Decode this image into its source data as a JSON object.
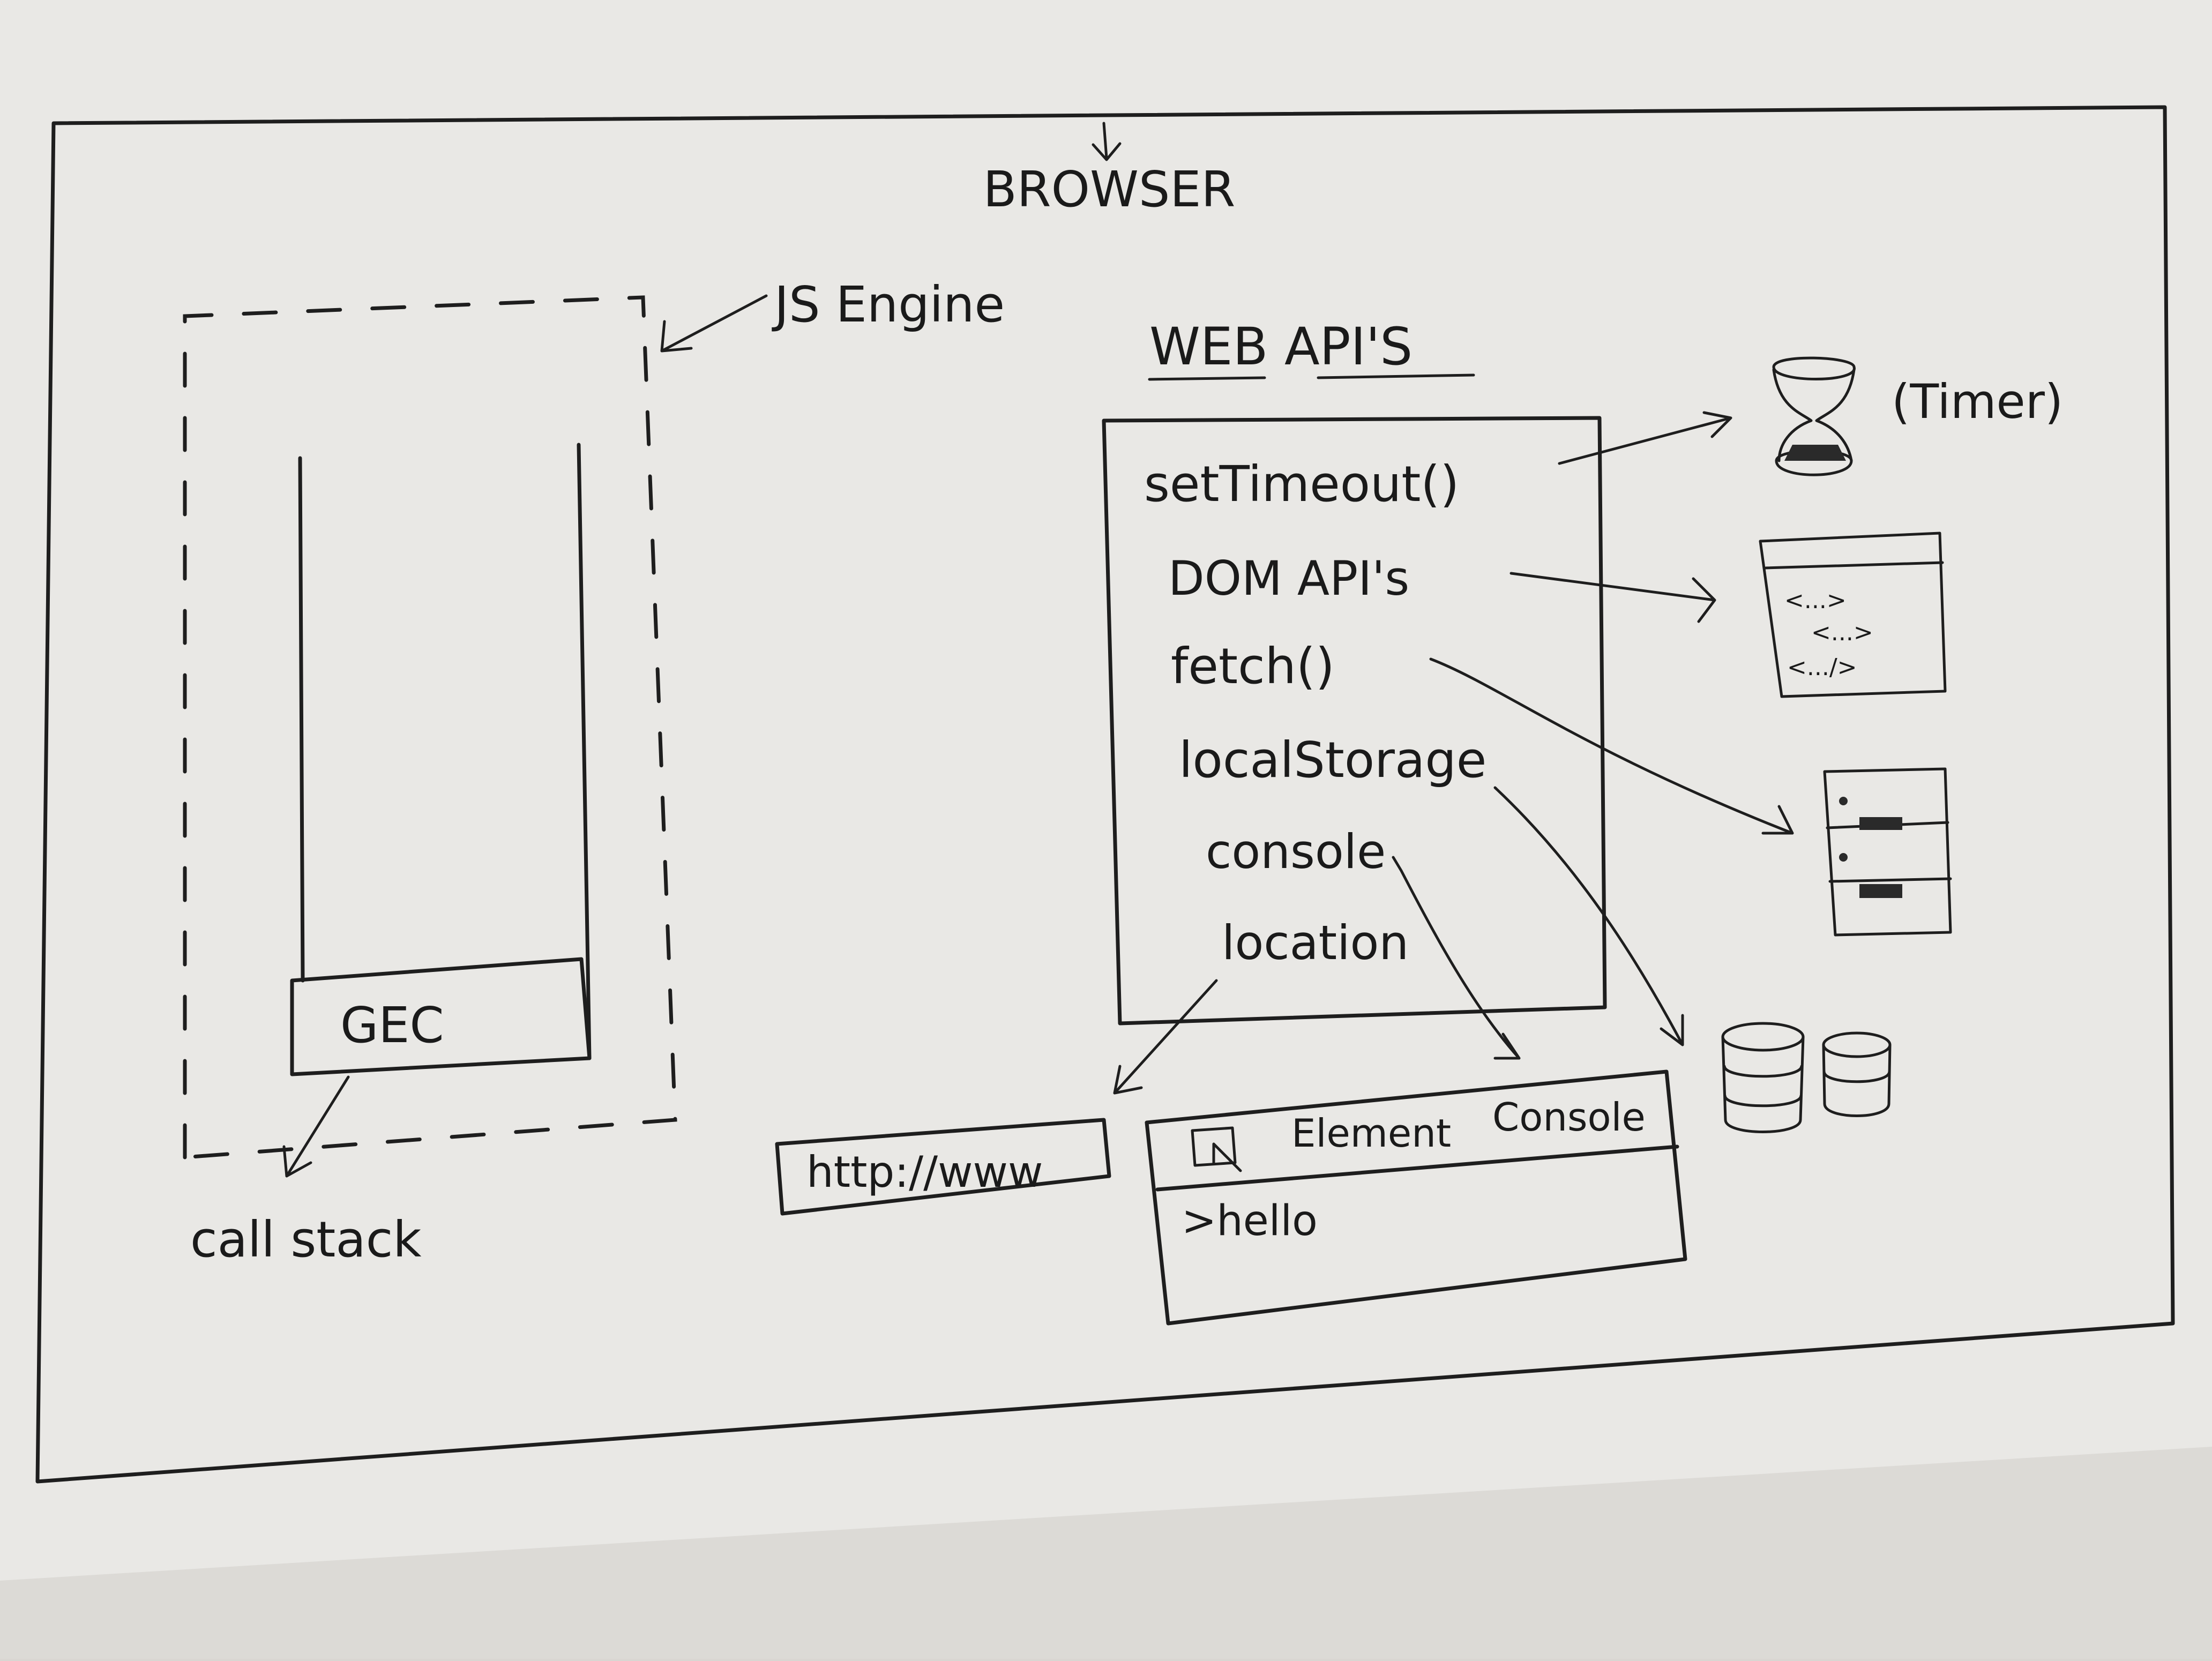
{
  "diagram": {
    "browser_label": "BROWSER",
    "js_engine_label": "JS Engine",
    "call_stack_label": "call stack",
    "gec_label": "GEC",
    "web_apis_title": "WEB API'S",
    "web_apis": [
      "setTimeout()",
      "DOM API's",
      "fetch()",
      "localStorage",
      "console",
      "location"
    ],
    "timer_label": "(Timer)",
    "dom_icon_lines": [
      "<...>",
      "<...>",
      "<.../>"
    ],
    "url_bar_text": "http://www",
    "devtools_tabs": [
      "Element",
      "Console"
    ],
    "console_output": ">hello"
  },
  "colors": {
    "paper": "#ececea",
    "ink": "#1e1e1e",
    "background": "#d9d6d2"
  }
}
